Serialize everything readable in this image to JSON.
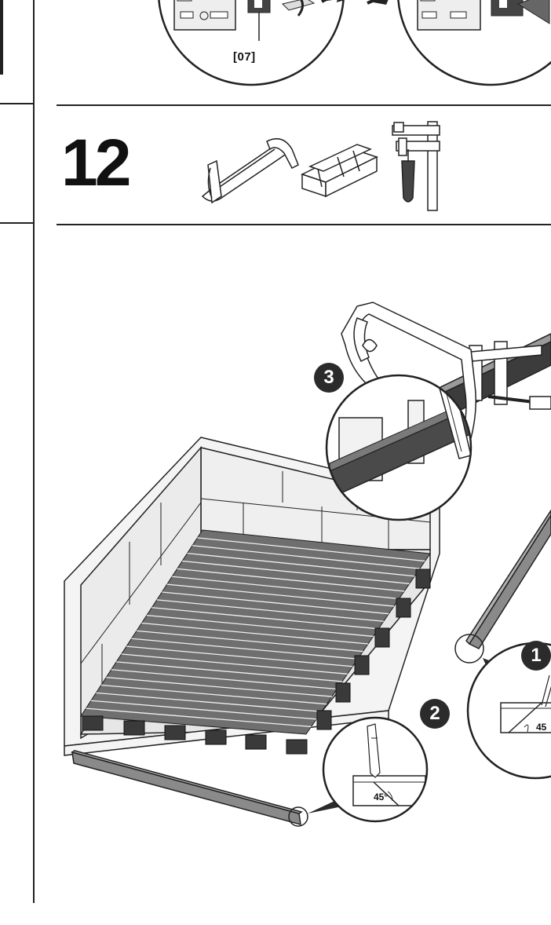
{
  "top_detail": {
    "reference_label": "[07]"
  },
  "step": {
    "number": "12"
  },
  "callouts": [
    "1",
    "2",
    "3"
  ],
  "angle_labels": {
    "detail_1": "45",
    "detail_2": "45°"
  },
  "colors": {
    "line": "#222222",
    "slat": "#6f6f6f",
    "profile": "#8a8a8a",
    "wall": "#f2f2f2",
    "badge": "#2b2b2b"
  }
}
